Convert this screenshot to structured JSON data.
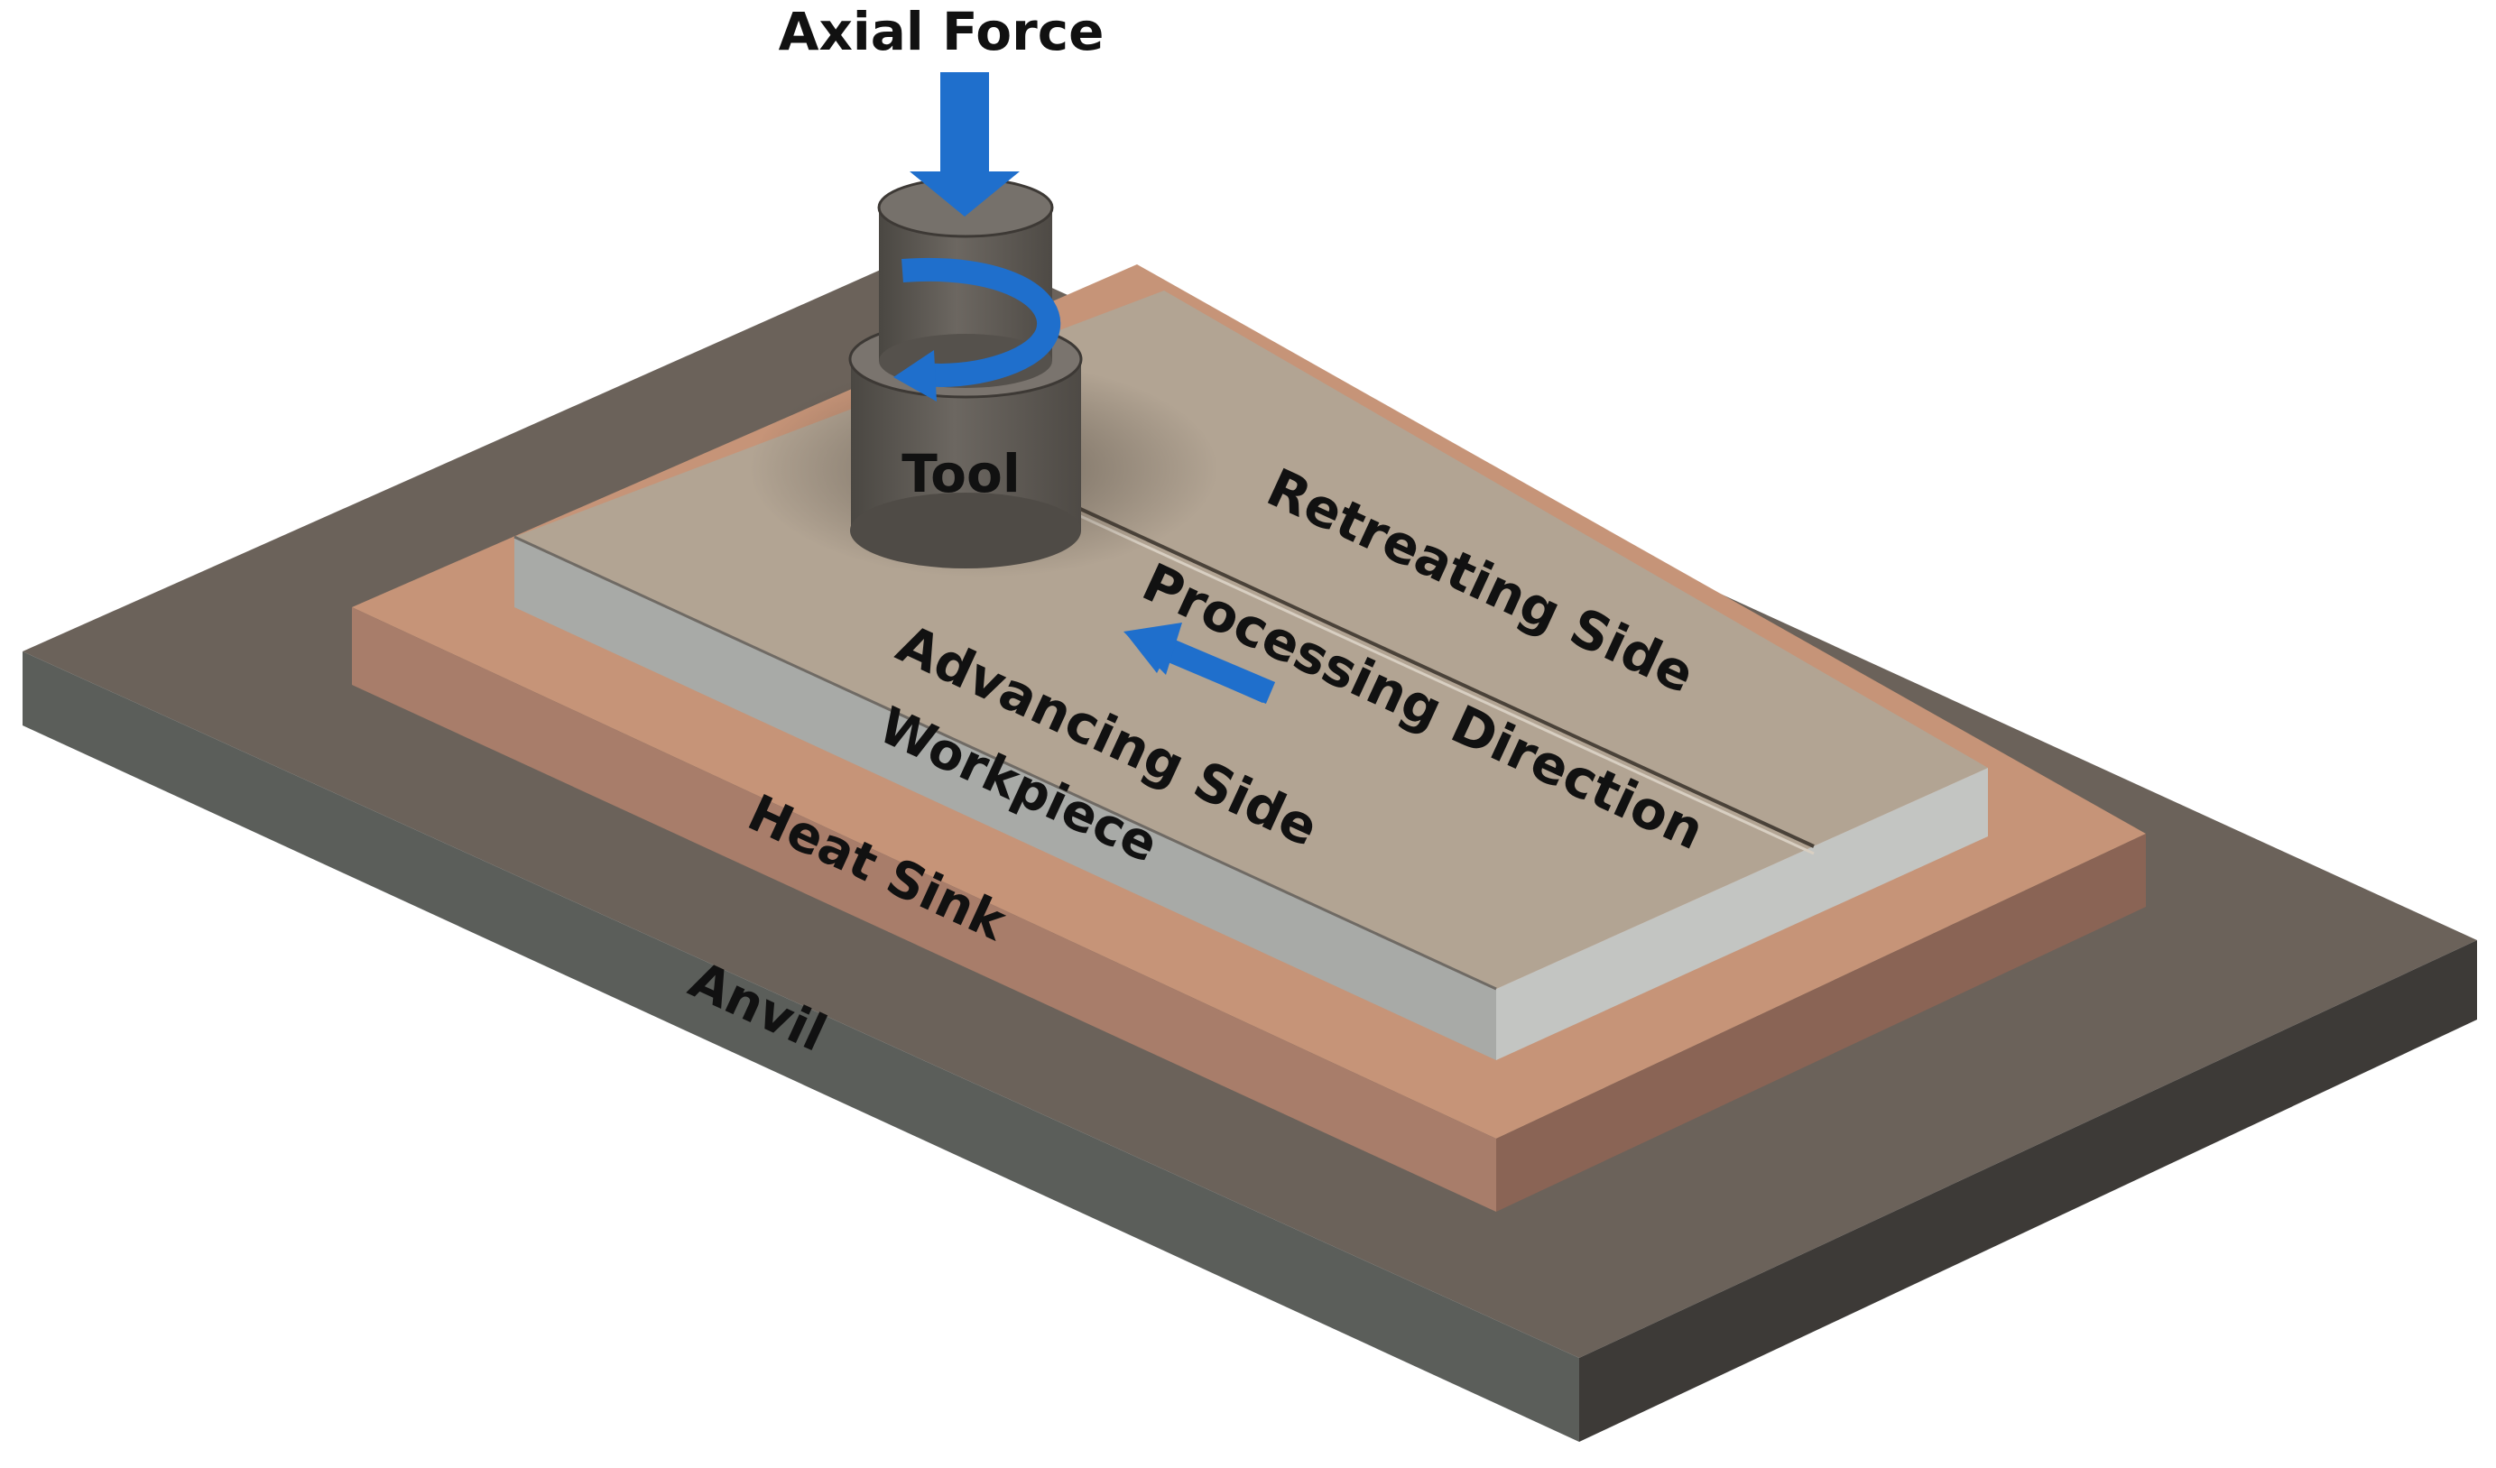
{
  "labels": {
    "axial_force": "Axial Force",
    "tool": "Tool",
    "retreating_side": "Retreating Side",
    "processing_direction": "Processing Direction",
    "advancing_side": "Advancing Side",
    "workpiece": "Workpiece",
    "heat_sink": "Heat Sink",
    "anvil": "Anvil"
  },
  "colors": {
    "anvil_top": "#6b625a",
    "anvil_front": "#5b5e5a",
    "anvil_side": "#3d3a37",
    "heat_sink_top": "#c69478",
    "heat_sink_front": "#a87d6a",
    "heat_sink_side": "#8a6455",
    "workpiece_top": "#b2a493",
    "workpiece_front": "#a8aaa7",
    "workpiece_side": "#c3c5c2",
    "tool_body": "#5f5b56",
    "tool_top": "#76716b",
    "arrow": "#1f6fcc"
  },
  "icons": [
    "down-arrow-icon",
    "rotation-arrow-icon",
    "direction-arrow-icon"
  ]
}
